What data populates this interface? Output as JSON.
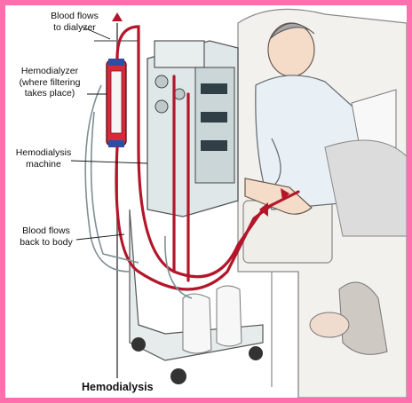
{
  "labels": {
    "blood_to_dialyzer": "Blood flows\nto dialyzer",
    "hemodialyzer": "Hemodialyzer\n(where filtering\ntakes place)",
    "machine": "Hemodialysis\nmachine",
    "blood_to_body": "Blood flows\nback to body"
  },
  "caption": "Hemodialysis",
  "colors": {
    "border": "#ff6fae",
    "blood_tubing": "#b3162a",
    "machine": "#d9e2e2"
  }
}
